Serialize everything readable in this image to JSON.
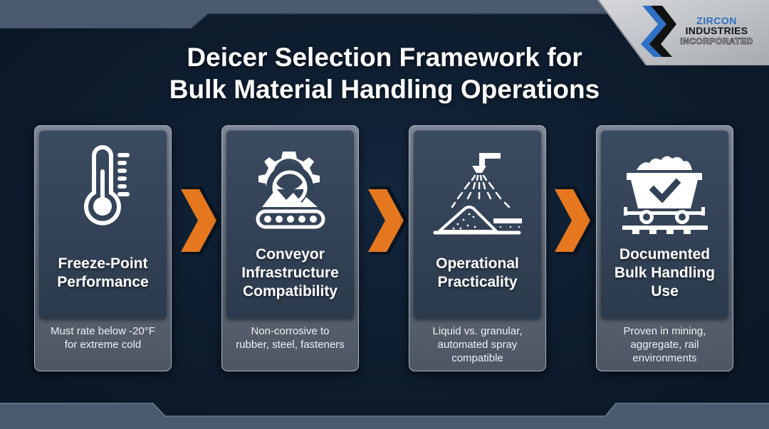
{
  "header": {
    "title_line1": "Deicer Selection Framework for",
    "title_line2": "Bulk Material Handling Operations"
  },
  "logo": {
    "line1": "ZIRCON",
    "line2": "INDUSTRIES",
    "line3": "INCORPORATED",
    "mark_icon": "zircon-chevron-logo"
  },
  "colors": {
    "background": "#0d1b2c",
    "accent_arrow": "#e5781f",
    "card_frame": "#6a7482",
    "card_panel": "#334357",
    "logo_blue": "#2f6fc4"
  },
  "steps": [
    {
      "icon": "thermometer-icon",
      "title_lines": [
        "Freeze-Point",
        "Performance"
      ],
      "desc_lines": [
        "Must rate below -20°F",
        "for extreme cold"
      ]
    },
    {
      "icon": "gear-conveyor-icon",
      "title_lines": [
        "Conveyor",
        "Infrastructure",
        "Compatibility"
      ],
      "desc_lines": [
        "Non-corrosive to",
        "rubber, steel, fasteners"
      ]
    },
    {
      "icon": "spray-nozzle-icon",
      "title_lines": [
        "Operational",
        "Practicality"
      ],
      "desc_lines": [
        "Liquid vs. granular,",
        "automated spray",
        "compatible"
      ]
    },
    {
      "icon": "mine-cart-check-icon",
      "title_lines": [
        "Documented",
        "Bulk Handling",
        "Use"
      ],
      "desc_lines": [
        "Proven in mining,",
        "aggregate, rail",
        "environments"
      ]
    }
  ],
  "connectors": [
    "chevron-right-icon",
    "chevron-right-icon",
    "chevron-right-icon"
  ]
}
